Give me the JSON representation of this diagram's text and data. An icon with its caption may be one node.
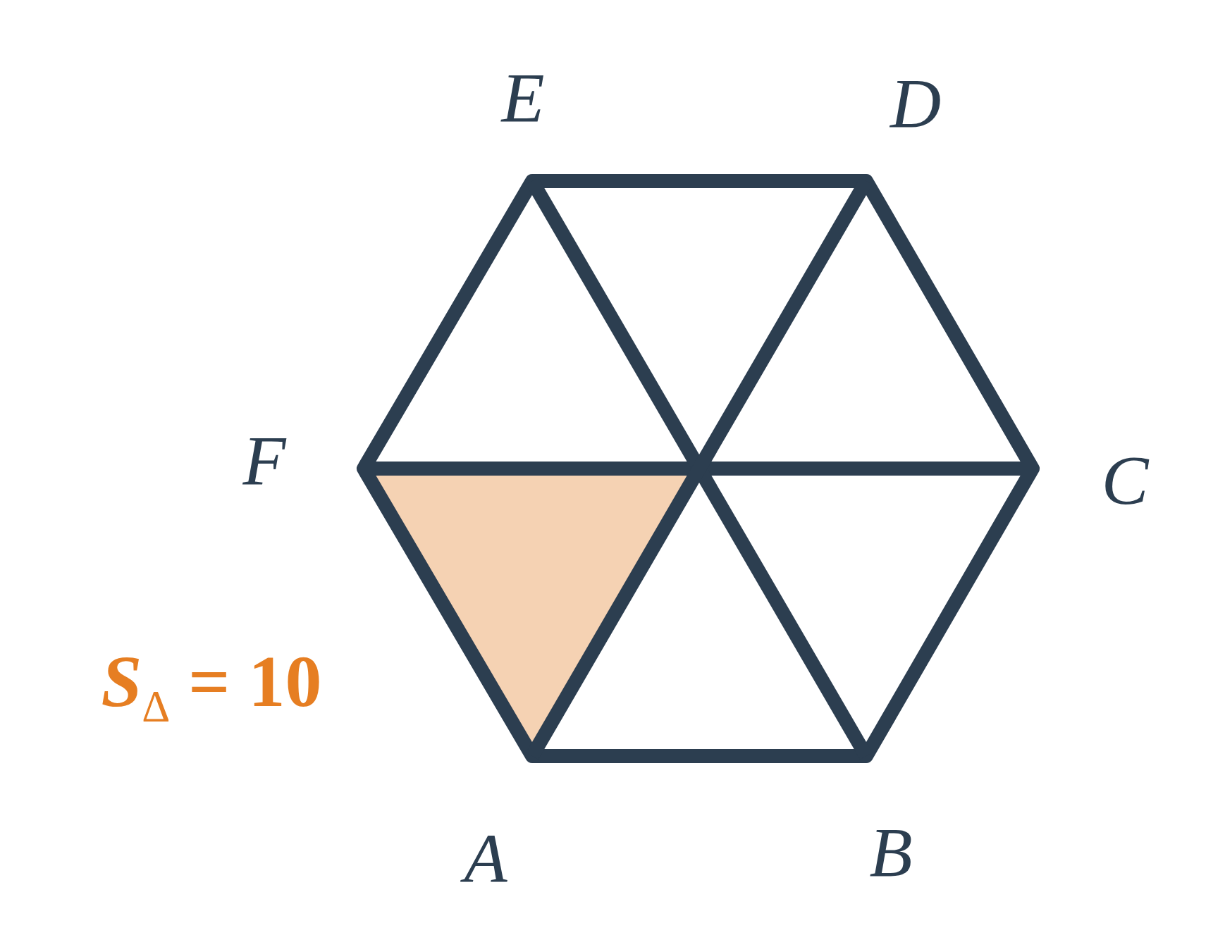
{
  "diagram": {
    "labels": [
      "E",
      "D",
      "F",
      "C",
      "A",
      "B",
      "*S*$_{Δ}$ = 10"
    ]
  }
}
